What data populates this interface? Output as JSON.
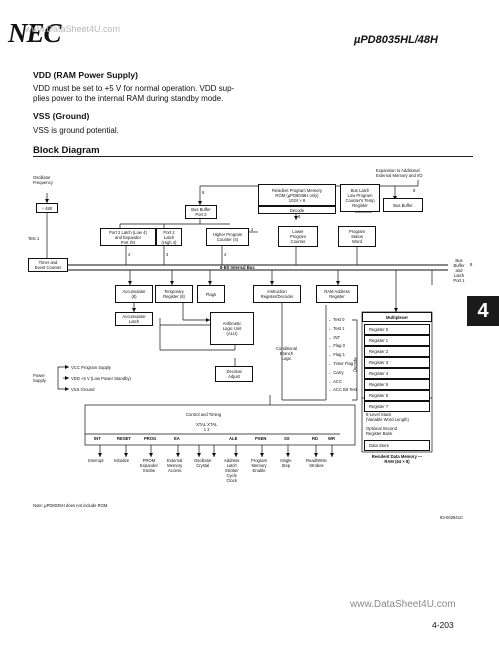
{
  "header": {
    "logo": "NEC",
    "watermark": "www.DataSheet4U.com",
    "part_number": "µPD8035HL/48H"
  },
  "sections": [
    {
      "heading": "VDD (RAM Power Supply)",
      "body": "VDD must be set to +5 V for normal operation. VDD sup-\nplies power to the internal RAM during standby mode."
    },
    {
      "heading": "VSS (Ground)",
      "body": "VSS is ground potential."
    }
  ],
  "block_diagram": {
    "title": "Block Diagram",
    "labels": {
      "expansion": "Expansion to Additional\nExternal Memory and I/O",
      "osc_freq": "Oscillator\nFrequency",
      "div480": "÷ 480",
      "test1": "Test 1",
      "timer": "Timer and\nEvent Counter",
      "bus_buffer_port2": "Bus Buffer\nPort 2",
      "port2_latch": "Port 2 Latch (Low 4)\nand Expander\nPort I/O",
      "port2_latch_high": "Port 2\nLatch\n(High 4)",
      "higher_pc": "Higher Program\nCounter (4)",
      "resident_rom": "Resident Program Memory\nROM (µPD8048H only)\n1024 × 8",
      "decode": "Decode",
      "bus_latch": "Bus Latch\nLow Program\nCounter's Temp\nRegister",
      "bus_buffer": "Bus Buffer",
      "lower_pc": "Lower\nProgram\nCounter",
      "psw": "Program\nStatus\nWord",
      "internal_bus": "8-Bit Internal Bus",
      "bus_buffer_latch": "Bus\nBuffer\nand\nLatch\nPort 1",
      "accumulator": "Accumulator\n(8)",
      "temp_reg": "Temporary\nRegister (8)",
      "flags": "Flags",
      "instruction_reg": "Instruction\nRegister/Decoder",
      "ram_addr": "RAM Address\nRegister",
      "acc_latch": "Accumulator\nLatch",
      "alu": "Arithmetic\nLogic Unit\n(ALU)",
      "decimal_adjust": "Decimal\nAdjust",
      "conditional_branch": "Conditional\nBranch\nLogic",
      "power_supply": "Power\nSupply",
      "vcc": "VCC Program Supply",
      "vdd": "VDD +5 V (Low Power Standby)",
      "vss": "VSS Ground",
      "control_timing": "Control and Timing",
      "xtal": "XTAL  XTAL\n1       2",
      "multiplexer": "Multiplexer",
      "decode_side": "Decode",
      "stack": "8-Level Stack\n(Variable Word Length)",
      "optional_bank": "Optional Second\nRegister Bank",
      "data_store": "Data Store",
      "resident_ram": "Resident Data Memory —\nRAM (64 × 8)",
      "n8a": "8",
      "n8b": "8",
      "n8c": "8",
      "n8d": "8",
      "n4a": "4",
      "n4b": "4",
      "n4c": "4",
      "n2": "2"
    },
    "branch_conditions": [
      "Test 0",
      "Test 1",
      "INT",
      "Flag 0",
      "Flag 1",
      "Timer Flag",
      "Carry",
      "ACC",
      "ACC Bit Test"
    ],
    "registers": [
      "Register 0",
      "Register 1",
      "Register 2",
      "Register 3",
      "Register 4",
      "Register 5",
      "Register 6",
      "Register 7"
    ],
    "control_pins": [
      "INT",
      "RESET",
      "PROG",
      "EA",
      "1",
      "2",
      "ALE",
      "PSEN",
      "SS",
      "RD",
      "WR"
    ],
    "pin_descriptions": [
      "Interrupt",
      "Initialize",
      "PROM\nExpander\nStrobe",
      "External\nMemory\nAccess",
      "Oscillator\nCrystal",
      "Address\nLatch\nStrobe/\nCycle\nClock",
      "Program\nMemory\nEnable",
      "Single\nStep",
      "Read/Write\nStrobes"
    ],
    "note": "Note: µPD8035H does not include ROM.",
    "figure_id": "83-002941C"
  },
  "footer": {
    "side_tab": "4",
    "watermark": "www.DataSheet4U.com",
    "page_number": "4-203"
  }
}
